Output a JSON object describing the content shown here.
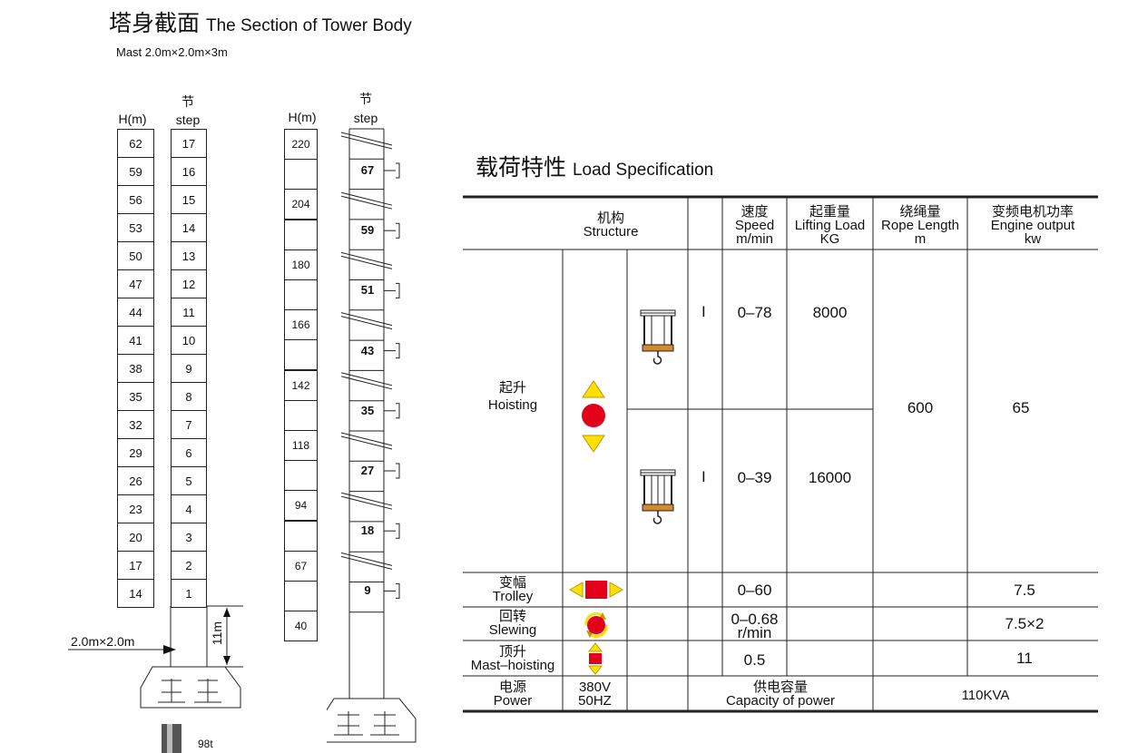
{
  "page": {
    "title_zh": "塔身截面",
    "title_en": "The Section of Tower Body",
    "subtitle": "Mast 2.0m×2.0m×3m"
  },
  "tower_left": {
    "h_header": "H(m)",
    "step_header_zh": "节",
    "step_header_en": "step",
    "heights": [
      "62",
      "59",
      "56",
      "53",
      "50",
      "47",
      "44",
      "41",
      "38",
      "35",
      "32",
      "29",
      "26",
      "23",
      "20",
      "17",
      "14"
    ],
    "steps": [
      "17",
      "16",
      "15",
      "14",
      "13",
      "12",
      "11",
      "10",
      "9",
      "8",
      "7",
      "6",
      "5",
      "4",
      "3",
      "2",
      "1"
    ],
    "section_label": "2.0m×2.0m",
    "base_height_label": "11m",
    "base_load_label": "98t"
  },
  "tower_right": {
    "h_header": "H(m)",
    "step_header_zh": "节",
    "step_header_en": "step",
    "heights": [
      "220",
      "",
      "204",
      "",
      "180",
      "",
      "166",
      "",
      "142",
      "",
      "118",
      "",
      "94",
      "",
      "67",
      "",
      "40"
    ],
    "tie_steps": [
      "67",
      "59",
      "51",
      "43",
      "35",
      "27",
      "18",
      "9"
    ]
  },
  "spec": {
    "title_zh": "载荷特性",
    "title_en": "Load Specification",
    "headers": {
      "structure_zh": "机构",
      "structure_en": "Structure",
      "speed_zh": "速度",
      "speed_en": "Speed",
      "speed_unit": "m/min",
      "load_zh": "起重量",
      "load_en": "Lifting Load",
      "load_unit": "KG",
      "rope_zh": "绕绳量",
      "rope_en": "Rope Length",
      "rope_unit": "m",
      "engine_zh": "变频电机功率",
      "engine_en": "Engine output",
      "engine_unit": "kw"
    },
    "hoisting": {
      "label_zh": "起升",
      "label_en": "Hoisting",
      "rows": [
        {
          "gear": "I",
          "speed": "0–78",
          "load": "8000"
        },
        {
          "gear": "I",
          "speed": "0–39",
          "load": "16000"
        }
      ],
      "rope": "600",
      "engine": "65"
    },
    "trolley": {
      "label_zh": "变幅",
      "label_en": "Trolley",
      "speed": "0–60",
      "engine": "7.5"
    },
    "slewing": {
      "label_zh": "回转",
      "label_en": "Slewing",
      "speed": "0–0.68",
      "speed_unit": "r/min",
      "engine": "7.5×2"
    },
    "mast": {
      "label_zh": "顶升",
      "label_en": "Mast–hoisting",
      "speed": "0.5",
      "engine": "11"
    },
    "power": {
      "label_zh": "电源",
      "label_en": "Power",
      "voltage": "380V",
      "freq": "50HZ",
      "capacity_zh": "供电容量",
      "capacity_en": "Capacity of power",
      "capacity_value": "110KVA"
    },
    "colors": {
      "icon_red": "#e2001a",
      "icon_yellow": "#ffe000"
    }
  }
}
